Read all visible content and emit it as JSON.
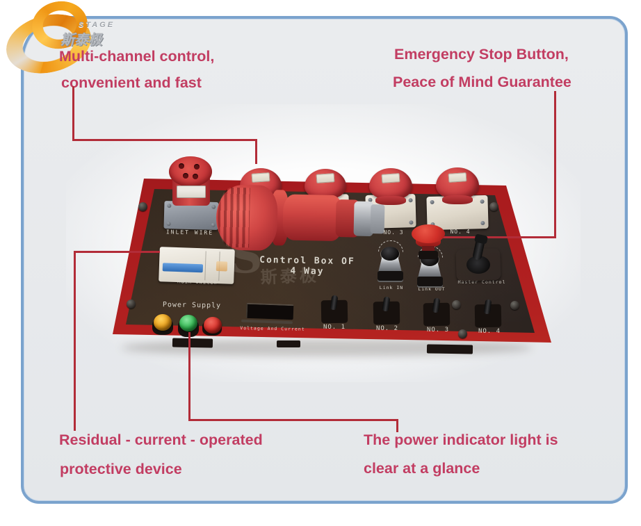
{
  "logo": {
    "en": "STAGE",
    "cn": "斯泰极"
  },
  "callouts": {
    "top_left": [
      "Multi-channel control,",
      "convenient and fast"
    ],
    "top_right": [
      "Emergency Stop Button,",
      "Peace of Mind Guarantee"
    ],
    "bottom_left": [
      "Residual - current - operated",
      "protective device"
    ],
    "bottom_right": [
      "The power indicator light is",
      "clear at a glance"
    ]
  },
  "box": {
    "title1": "Control Box OF",
    "title2": "4 Way",
    "watermark_s": "S",
    "watermark_cn": "斯泰极",
    "labels": {
      "inlet": "INLET WIRE",
      "main_switch": "Main Switch",
      "socket3": "NO. 3",
      "socket4": "NO. 4",
      "link_in": "Link IN",
      "link_out": "Link OUT",
      "master": "Master Control",
      "power_supply": "Power Supply",
      "voltage": "Voltage And Current",
      "sw": [
        "NO. 1",
        "NO. 2",
        "NO. 3",
        "NO. 4"
      ]
    },
    "colors": {
      "accent_pink": "#c23d62",
      "leader_line_red": "#b22c38",
      "frame_red": "#a81b1e",
      "panel_dark": "#2a211d",
      "indicator_amber": "#e89b16",
      "indicator_green": "#2fb54e",
      "indicator_red": "#d42b25"
    }
  }
}
